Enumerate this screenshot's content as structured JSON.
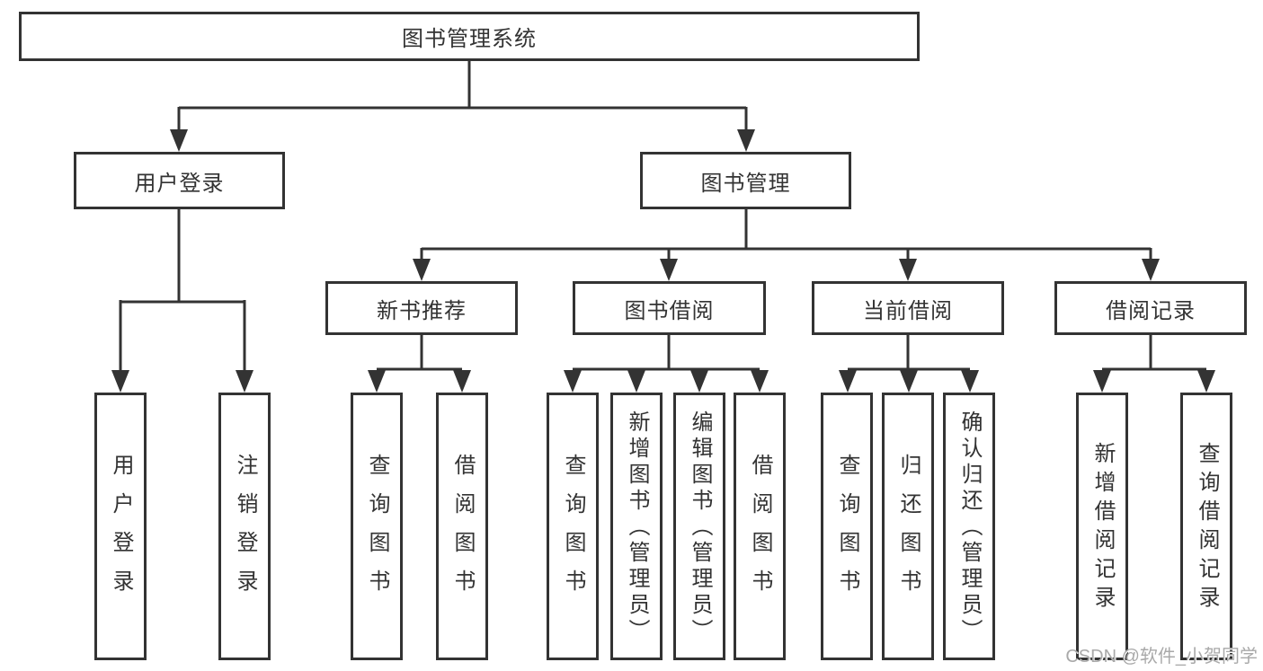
{
  "tree": {
    "root": {
      "label": "图书管理系统"
    },
    "level2": [
      {
        "label": "用户登录"
      },
      {
        "label": "图书管理"
      }
    ],
    "level3": [
      {
        "label": "新书推荐",
        "parent": "图书管理"
      },
      {
        "label": "图书借阅",
        "parent": "图书管理"
      },
      {
        "label": "当前借阅",
        "parent": "图书管理"
      },
      {
        "label": "借阅记录",
        "parent": "图书管理"
      }
    ],
    "leaves": [
      {
        "label": "用户登录",
        "parent": "用户登录"
      },
      {
        "label": "注销登录",
        "parent": "用户登录"
      },
      {
        "label": "查询图书",
        "parent": "新书推荐"
      },
      {
        "label": "借阅图书",
        "parent": "新书推荐"
      },
      {
        "label": "查询图书",
        "parent": "图书借阅"
      },
      {
        "label": "新增图书（管理员）",
        "parent": "图书借阅"
      },
      {
        "label": "编辑图书（管理员）",
        "parent": "图书借阅"
      },
      {
        "label": "借阅图书",
        "parent": "图书借阅"
      },
      {
        "label": "查询图书",
        "parent": "当前借阅"
      },
      {
        "label": "归还图书",
        "parent": "当前借阅"
      },
      {
        "label": "确认归还（管理员）",
        "parent": "当前借阅"
      },
      {
        "label": "新增借阅记录",
        "parent": "借阅记录"
      },
      {
        "label": "查询借阅记录",
        "parent": "借阅记录"
      }
    ]
  },
  "watermark": {
    "text": "CSDN @软件_小贺同学"
  },
  "colors": {
    "line": "#333333",
    "text": "#333333",
    "watermark": "#a9a9a9",
    "background": "#ffffff"
  }
}
